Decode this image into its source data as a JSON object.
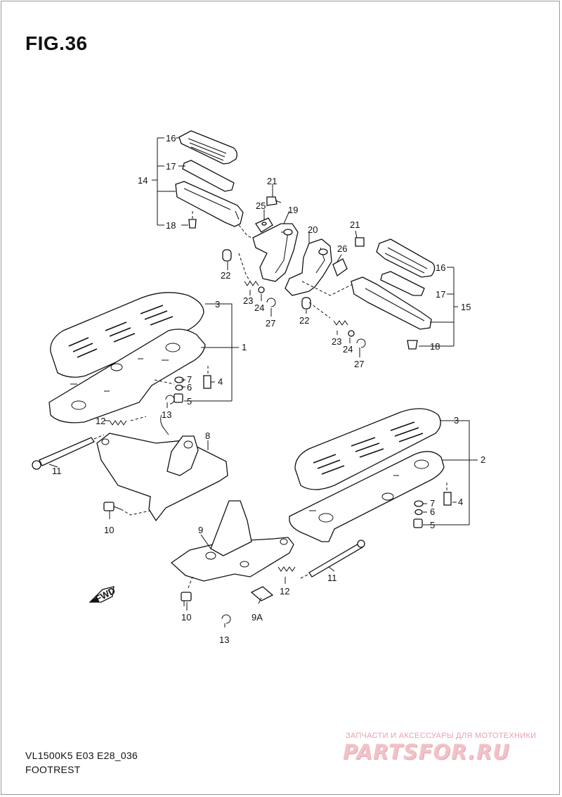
{
  "figure": {
    "title": "FIG.36",
    "model_code": "VL1500K5 E03 E28_036",
    "name": "FOOTREST"
  },
  "watermark": {
    "tagline": "ЗАПЧАСТИ И АКСЕССУАРЫ ДЛЯ МОТОТЕХНИКИ",
    "logo": "PARTSFOR.RU",
    "color": "#f2c2c8"
  },
  "fwd_marker": {
    "label": "FWD"
  },
  "callouts": {
    "c1": "1",
    "c2": "2",
    "c3a": "3",
    "c3b": "3",
    "c4a": "4",
    "c4b": "4",
    "c5a": "5",
    "c5b": "5",
    "c6a": "6",
    "c6b": "6",
    "c7a": "7",
    "c7b": "7",
    "c8": "8",
    "c9": "9",
    "c9A": "9A",
    "c10a": "10",
    "c10b": "10",
    "c11a": "11",
    "c11b": "11",
    "c12a": "12",
    "c12b": "12",
    "c13a": "13",
    "c13b": "13",
    "c14": "14",
    "c15": "15",
    "c16a": "16",
    "c16b": "16",
    "c17a": "17",
    "c17b": "17",
    "c18a": "18",
    "c18b": "18",
    "c19": "19",
    "c20": "20",
    "c21a": "21",
    "c21b": "21",
    "c22a": "22",
    "c22b": "22",
    "c23a": "23",
    "c23b": "23",
    "c24a": "24",
    "c24b": "24",
    "c25": "25",
    "c26": "26",
    "c27a": "27",
    "c27b": "27"
  }
}
